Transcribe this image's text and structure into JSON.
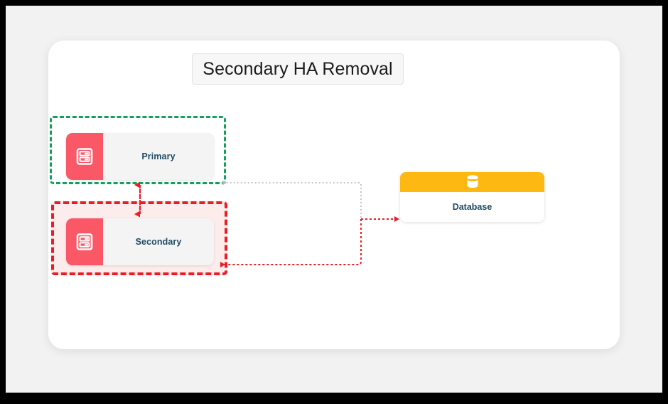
{
  "diagram": {
    "title": "Secondary HA Removal",
    "background_color": "#f2f2f2",
    "card_color": "#ffffff",
    "frame_color": "#000000"
  },
  "groups": [
    {
      "id": "group-primary",
      "name": "primary-group-highlight",
      "border_style": "dashed",
      "border_color": "#13a05c",
      "fill_color": "transparent"
    },
    {
      "id": "group-secondary",
      "name": "secondary-group-highlight",
      "border_style": "dashed",
      "border_color": "#ed1c24",
      "fill_color": "#fdecec"
    }
  ],
  "nodes": [
    {
      "id": "primary",
      "label": "Primary",
      "icon": "server-icon",
      "icon_pane_color": "#fa5767",
      "body_color": "#f4f4f4",
      "label_color": "#1f4b63"
    },
    {
      "id": "secondary",
      "label": "Secondary",
      "icon": "server-icon",
      "icon_pane_color": "#fa5767",
      "body_color": "#f4f4f4",
      "label_color": "#1f4b63"
    },
    {
      "id": "database",
      "label": "Database",
      "icon": "database-cylinder-icon",
      "header_color": "#fdb912",
      "body_color": "#ffffff",
      "label_color": "#1f4b63"
    }
  ],
  "connectors": [
    {
      "id": "primary-database",
      "name": "connector-primary-to-database",
      "from": "database",
      "to": "primary",
      "style": "dotted",
      "color": "#b7b7b7",
      "arrow": "single",
      "arrow_direction": "left"
    },
    {
      "id": "database-incoming",
      "name": "connector-to-database",
      "to": "database",
      "style": "dotted",
      "color": "#ed1c24",
      "arrow": "single",
      "arrow_direction": "right"
    },
    {
      "id": "secondary-database",
      "name": "connector-to-secondary",
      "to": "secondary",
      "style": "dotted",
      "color": "#ed1c24",
      "arrow": "single",
      "arrow_direction": "left"
    },
    {
      "id": "primary-secondary",
      "name": "connector-primary-secondary-replication",
      "from": "primary",
      "to": "secondary",
      "style": "dashed",
      "color": "#ed1c24",
      "arrow": "double"
    }
  ]
}
